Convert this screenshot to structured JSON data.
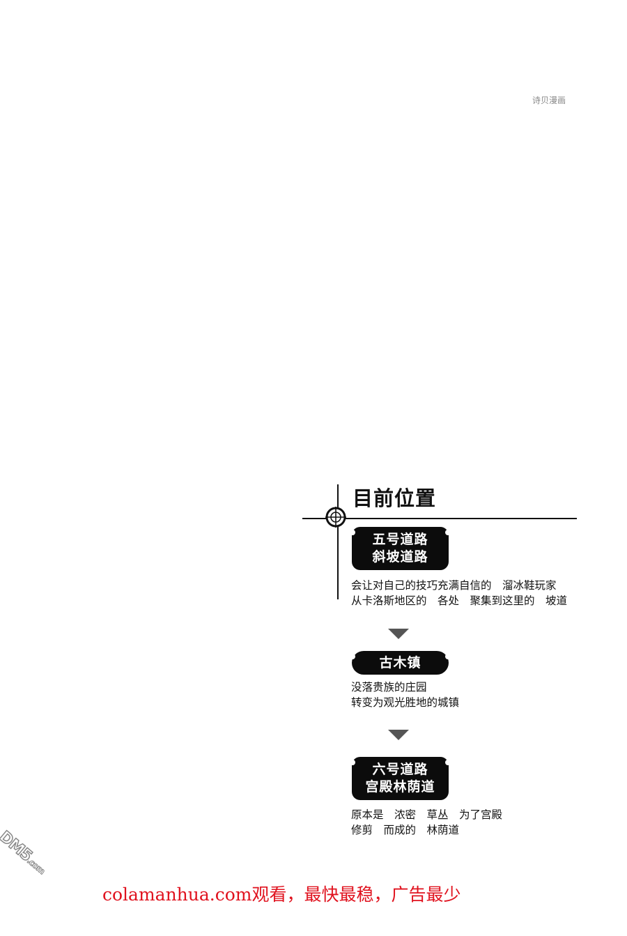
{
  "scan_credit": "诗贝漫画",
  "location_panel": {
    "title": "目前位置",
    "stops": [
      {
        "name_lines": [
          "五号道路",
          "斜坡道路"
        ],
        "description_lines": [
          "会让对自己的技巧充满自信的　溜冰鞋玩家",
          "从卡洛斯地区的　各处　聚集到这里的　坡道"
        ]
      },
      {
        "name_lines": [
          "古木镇"
        ],
        "description_lines": [
          "没落贵族的庄园",
          "转变为观光胜地的城镇"
        ]
      },
      {
        "name_lines": [
          "六号道路",
          "宫殿林荫道"
        ],
        "description_lines": [
          "原本是　浓密　草丛　为了宫殿",
          "修剪　而成的　林荫道"
        ]
      }
    ],
    "arrow_color": "#555555"
  },
  "watermark_logo": {
    "text": "DM5",
    "suffix": ".com"
  },
  "ad_banner": {
    "text": "colamanhua.com观看，最快最稳，广告最少",
    "color": "#e0121e"
  }
}
